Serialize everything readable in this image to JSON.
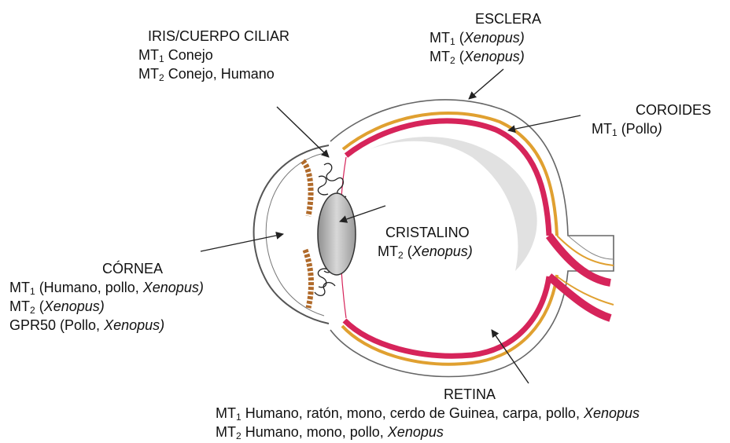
{
  "labels": {
    "iris": {
      "title": "IRIS/CUERPO CILIAR",
      "l1_a": "MT",
      "l1_sub": "1",
      "l1_b": " Conejo",
      "l2_a": "MT",
      "l2_sub": "2",
      "l2_b": " Conejo, Humano"
    },
    "esclera": {
      "title": "ESCLERA",
      "l1_a": "MT",
      "l1_sub": "1",
      "l1_b": " (",
      "l1_i": "Xenopus)",
      "l2_a": "MT",
      "l2_sub": "2",
      "l2_b": " (",
      "l2_i": "Xenopus)"
    },
    "coroides": {
      "title": "COROIDES",
      "l1_a": "MT",
      "l1_sub": "1",
      "l1_b": " (Pollo",
      "l1_i": ")"
    },
    "cristalino": {
      "title": "CRISTALINO",
      "l1_a": "MT",
      "l1_sub": "2",
      "l1_b": " (",
      "l1_i": "Xenopus)"
    },
    "cornea": {
      "title": "CÓRNEA",
      "l1_a": "MT",
      "l1_sub": "1",
      "l1_b": " (Humano, pollo, ",
      "l1_i": "Xenopus)",
      "l2_a": "MT",
      "l2_sub": "2",
      "l2_b": " (",
      "l2_i": "Xenopus)",
      "l3_b": "GPR50 (Pollo, ",
      "l3_i": "Xenopus)"
    },
    "retina": {
      "title": "RETINA",
      "l1_a": "MT",
      "l1_sub": "1",
      "l1_b": " Humano, ratón, mono, cerdo de Guinea, carpa, pollo, ",
      "l1_i": "Xenopus",
      "l2_a": "MT",
      "l2_sub": "2",
      "l2_b": " Humano, mono, pollo, ",
      "l2_i": "Xenopus"
    }
  },
  "colors": {
    "retina": "#d6245a",
    "choroid": "#e0a030",
    "lens": "#bdbdbd",
    "iris": "#b06a2a",
    "outline": "#555555"
  }
}
